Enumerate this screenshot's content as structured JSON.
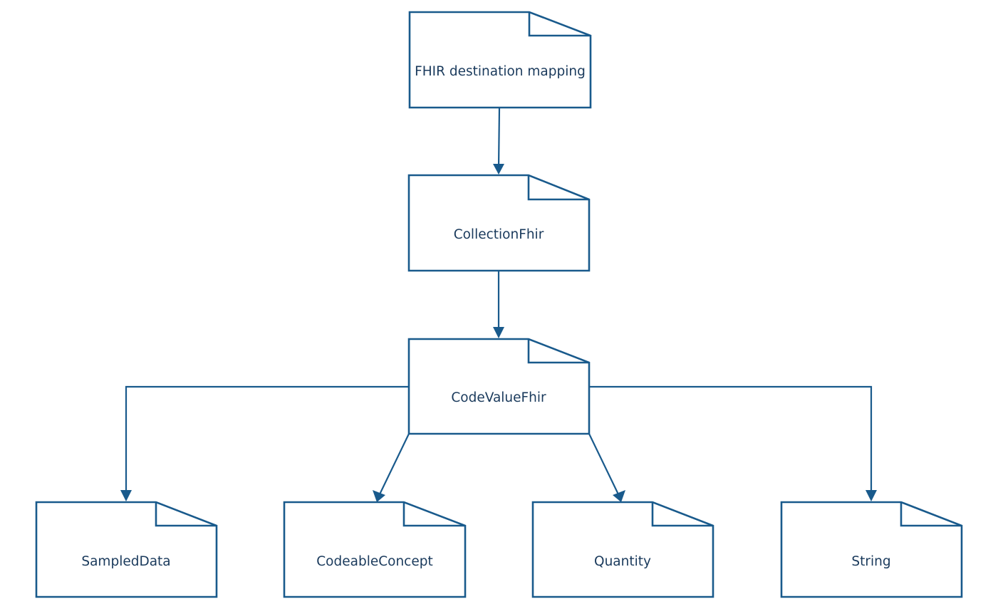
{
  "diagram": {
    "stroke_color": "#195a8c",
    "text_color": "#1a3a5c",
    "background_color": "#ffffff",
    "nodes": {
      "root": {
        "label": "FHIR destination mapping"
      },
      "collection": {
        "label": "CollectionFhir"
      },
      "codevalue": {
        "label": "CodeValueFhir"
      },
      "sampled": {
        "label": "SampledData"
      },
      "codeable": {
        "label": "CodeableConcept"
      },
      "quantity": {
        "label": "Quantity"
      },
      "string": {
        "label": "String"
      }
    },
    "edges": [
      {
        "from": "root",
        "to": "collection"
      },
      {
        "from": "collection",
        "to": "codevalue"
      },
      {
        "from": "codevalue",
        "to": "sampled"
      },
      {
        "from": "codevalue",
        "to": "codeable"
      },
      {
        "from": "codevalue",
        "to": "quantity"
      },
      {
        "from": "codevalue",
        "to": "string"
      }
    ]
  }
}
